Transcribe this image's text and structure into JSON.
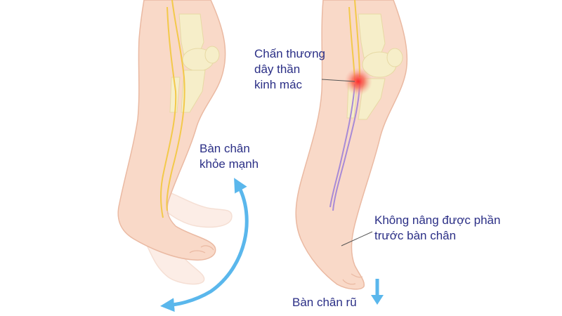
{
  "labels": {
    "nerve_injury": [
      "Chấn thương",
      "dây thần",
      "kinh mác"
    ],
    "healthy_foot": [
      "Bàn chân",
      "khỏe mạnh"
    ],
    "cannot_lift": [
      "Không nâng được phần",
      "trước bàn chân"
    ],
    "foot_drop": "Bàn chân rũ"
  },
  "colors": {
    "text": "#2b2f86",
    "skin": "#f9d9c8",
    "skin_outline": "#eab9a2",
    "bone": "#f6eec9",
    "healthy_nerve": "#f3c94a",
    "injured_nerve": "#a88ad6",
    "injury_glow": "#f0534a",
    "arrow": "#5ab7ec",
    "leader_line": "#555555"
  }
}
